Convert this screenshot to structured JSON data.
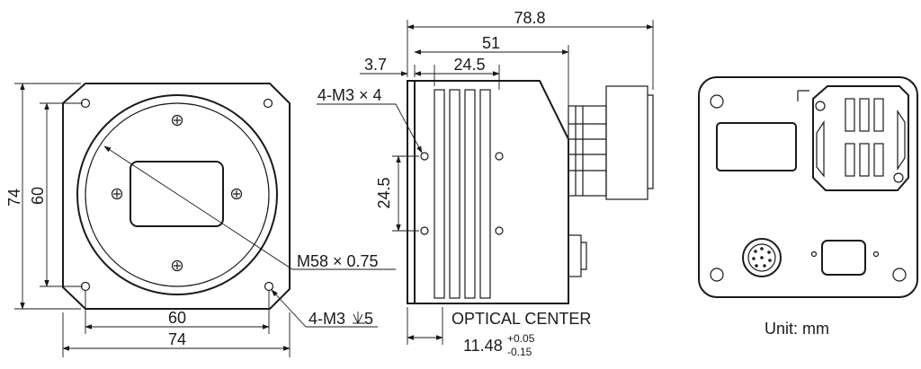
{
  "front_view": {
    "height_outer": "74",
    "height_holes": "60",
    "width_holes": "60",
    "width_outer": "74",
    "thread": "M58 × 0.75",
    "mount_holes": "4-M3",
    "mount_holes_depth": "5"
  },
  "side_view": {
    "total_length": "78.8",
    "body_length": "51",
    "offset": "3.7",
    "fin_length": "24.5",
    "side_holes": "4-M3 × 4",
    "hole_spacing": "24.5",
    "optical_center_label": "OPTICAL CENTER",
    "optical_center_value": "11.48",
    "tol_plus": "+0.05",
    "tol_minus": "-0.15"
  },
  "back_view": {
    "unit": "Unit: mm"
  }
}
